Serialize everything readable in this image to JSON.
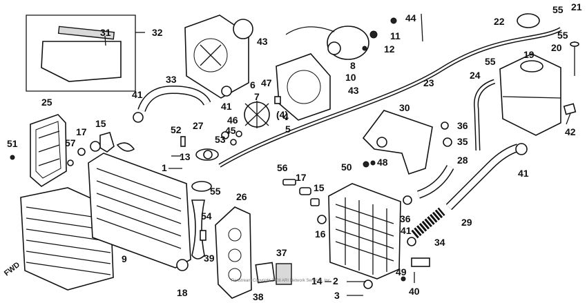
{
  "diagram": {
    "callouts": [
      "1",
      "2",
      "3",
      "4",
      "5",
      "6",
      "7",
      "8",
      "9",
      "10",
      "11",
      "12",
      "13",
      "14",
      "15",
      "15",
      "16",
      "17",
      "17",
      "18",
      "19",
      "20",
      "21",
      "22",
      "23",
      "24",
      "25",
      "26",
      "27",
      "28",
      "29",
      "30",
      "31",
      "32",
      "33",
      "34",
      "35",
      "36",
      "36",
      "37",
      "38",
      "39",
      "40",
      "41",
      "41",
      "41",
      "41",
      "42",
      "43",
      "43",
      "44",
      "45",
      "46",
      "47",
      "48",
      "49",
      "50",
      "51",
      "52",
      "53",
      "54",
      "55",
      "55",
      "55",
      "55",
      "56",
      "57",
      "(4)"
    ],
    "direction_marker": "FWD",
    "copyright": "Partstream Copyright 2008 ARI Network Services, Inc."
  }
}
